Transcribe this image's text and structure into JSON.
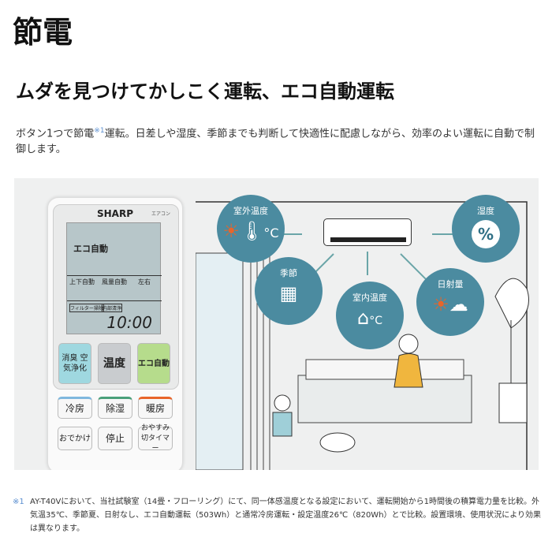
{
  "title": "節電",
  "subtitle": "ムダを見つけてかしこく運転、エコ自動運転",
  "description": {
    "before": "ボタン1つで節電",
    "ref": "※1",
    "after": "運転。日差しや湿度、季節までも判断して快適性に配慮しながら、効率のよい運転に自動で制御します。"
  },
  "remote": {
    "brand": "SHARP",
    "kind": "エアコン",
    "lcd": {
      "eco": "エコ自動",
      "updown": "上下自動",
      "fan": "風量自動",
      "lr": "左右",
      "filter": "フィルター掃除",
      "clean": "内部清浄",
      "time": "10:00"
    },
    "buttons": {
      "deodorize": "消臭 空気浄化",
      "temp": "温度",
      "eco": "エコ自動",
      "cool": "冷房",
      "dry": "除湿",
      "heat": "暖房",
      "away": "おでかけ",
      "stop": "停止",
      "sleep": "おやすみ 切タイマー"
    }
  },
  "sensors": [
    {
      "label": "室外温度",
      "icon": "sun-thermometer-icon",
      "glyph": "☀🌡°C"
    },
    {
      "label": "湿度",
      "icon": "percent-icon",
      "glyph": "%"
    },
    {
      "label": "季節",
      "icon": "calendar-icon",
      "glyph": "📅"
    },
    {
      "label": "室内温度",
      "icon": "house-thermometer-icon",
      "glyph": "⌂°C"
    },
    {
      "label": "日射量",
      "icon": "sun-cloud-icon",
      "glyph": "⛅"
    }
  ],
  "colors": {
    "sensor_circle": "#4b8ba0",
    "sun": "#e8652a",
    "eco_button": "#b6dc8c",
    "deodorize_button": "#9fd8e0",
    "cool": "#7fb8de",
    "dry": "#4aa07a",
    "heat": "#e8652a"
  },
  "footnote": {
    "mark": "※1",
    "text": "AY-T40Vにおいて、当社試験室（14畳・フローリング）にて、同一体感温度となる設定において、運転開始から1時間後の積算電力量を比較。外気温35℃、季節夏、日射なし、エコ自動運転（503Wh）と通常冷房運転・設定温度26℃（820Wh）とで比較。設置環境、使用状況により効果は異なります。"
  }
}
